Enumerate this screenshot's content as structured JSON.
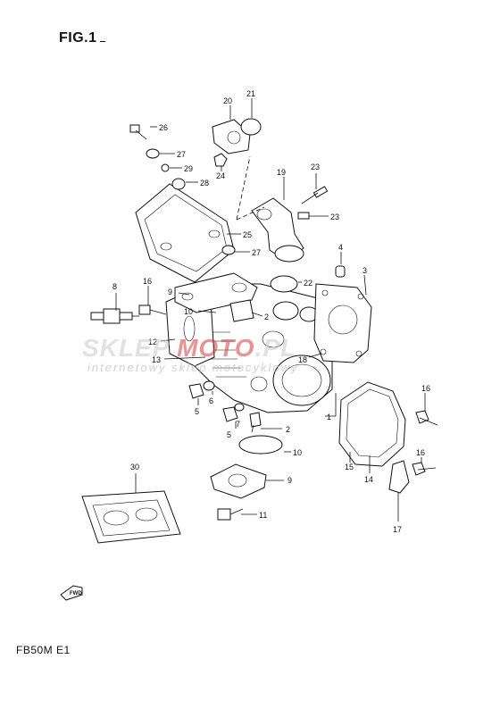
{
  "title": "FIG.1",
  "model_code": "FB50M E1",
  "watermark": {
    "main_left": "SKLEP",
    "main_mid": " MOTO",
    "main_right": ".PL",
    "sub": "internetowy sklep motocyklowy"
  },
  "fwd_label": "FWD",
  "callouts": [
    "1",
    "2",
    "2",
    "3",
    "4",
    "5",
    "5",
    "6",
    "7",
    "8",
    "9",
    "9",
    "10",
    "10",
    "11",
    "12",
    "13",
    "14",
    "15",
    "16",
    "16",
    "16",
    "17",
    "18",
    "19",
    "20",
    "21",
    "22",
    "23",
    "23",
    "24",
    "25",
    "26",
    "27",
    "27",
    "28",
    "29",
    "30"
  ],
  "colors": {
    "ink": "#111111",
    "watermark_red": "#d23c3c"
  }
}
